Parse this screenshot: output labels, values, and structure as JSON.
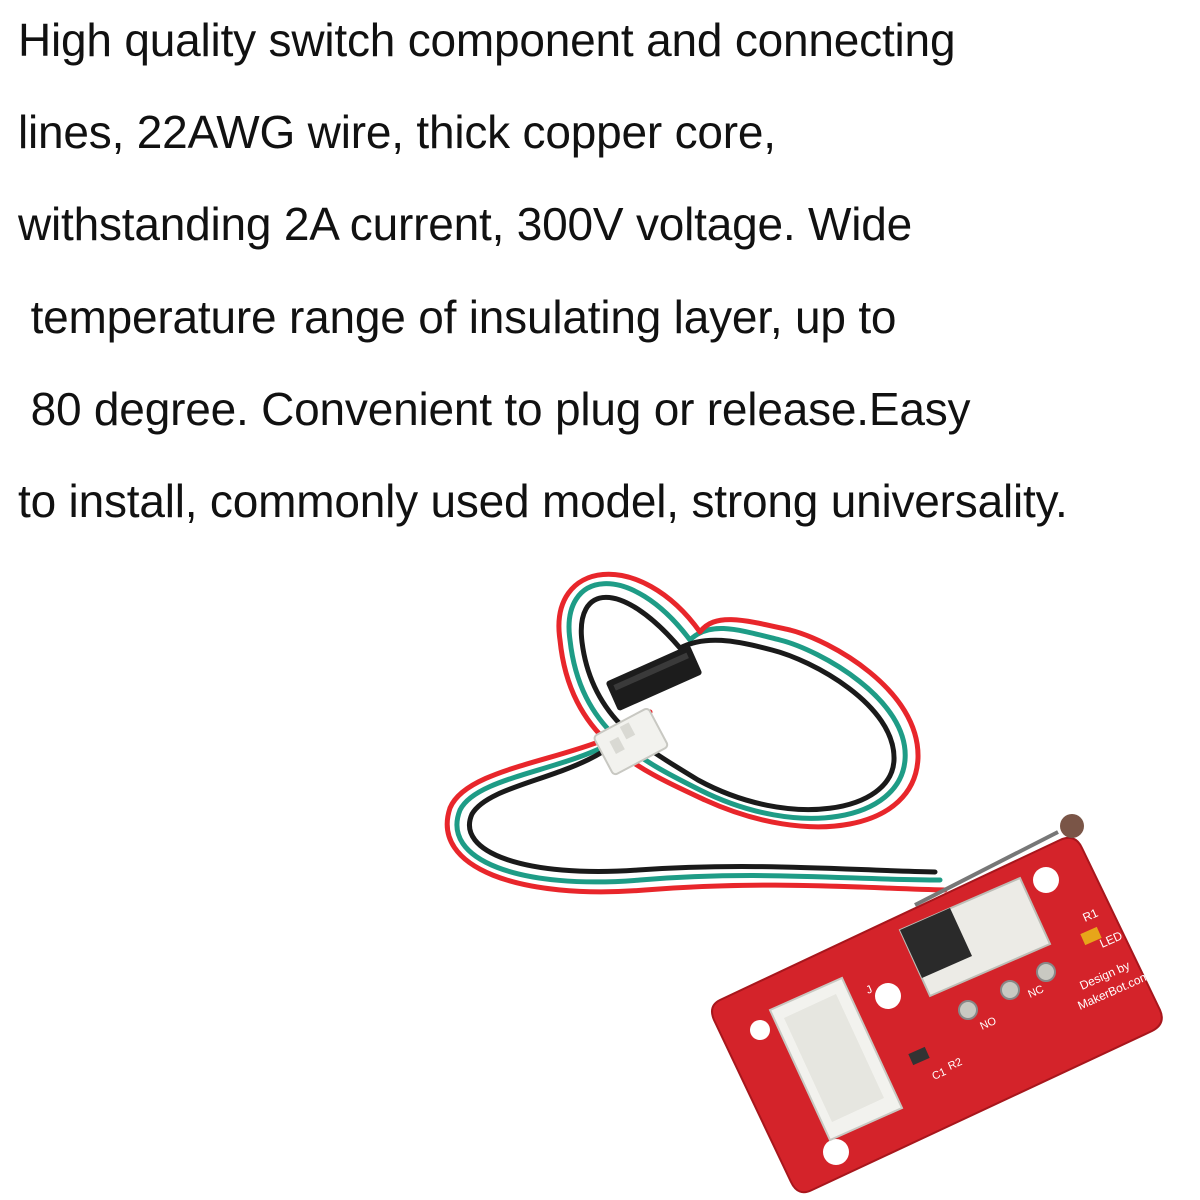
{
  "description": {
    "lines": [
      "High quality switch component and connecting",
      "lines, 22AWG wire, thick copper core,",
      "withstanding 2A current, 300V voltage. Wide",
      " temperature range of insulating layer, up to",
      " 80 degree. Convenient to plug or release.Easy",
      "to install, commonly used model, strong universality."
    ]
  },
  "product_image": {
    "wire_colors": {
      "red": "#e8262b",
      "green": "#1e9c86",
      "black": "#1a1a1a"
    },
    "board_color": "#d4232a",
    "connector_color": "#f2f2ee",
    "board_text": {
      "r1": "R1",
      "led": "LED",
      "design_by": "Design by",
      "makerbot": "MakerBot.com",
      "c1": "C1",
      "r2": "R2",
      "no": "NO",
      "nc": "NC",
      "j": "J"
    }
  }
}
